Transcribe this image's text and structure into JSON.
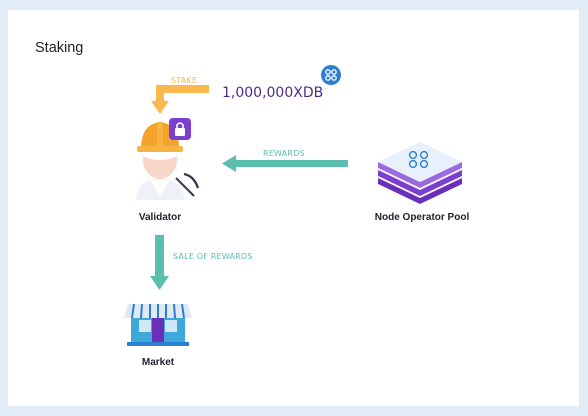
{
  "title": "Staking",
  "stake_label": "STAKE",
  "stake_amount": "1,000,000XDB",
  "rewards_label": "REWARDS",
  "sale_label": "SALE OF REWARDS",
  "nodes": {
    "validator": "Validator",
    "pool": "Node Operator Pool",
    "market": "Market"
  },
  "colors": {
    "stake_arrow": "#f9b94e",
    "flow_arrow": "#5bbfad",
    "token": "#2a7fd4",
    "purple": "#5b2fa8",
    "lock": "#7a3fcf",
    "helmet": "#f4a42a",
    "market_blue": "#3ea8dd"
  },
  "icons": [
    "xdb-token-icon",
    "lock-icon",
    "validator-avatar-icon",
    "node-pool-icon",
    "market-store-icon"
  ]
}
